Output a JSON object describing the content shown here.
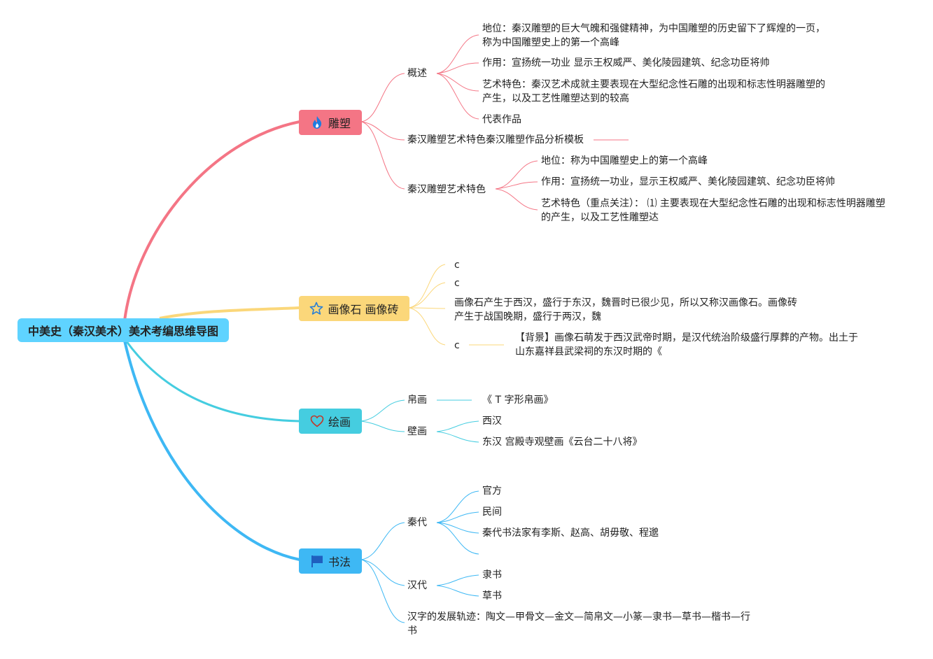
{
  "root": {
    "title": "中美史（秦汉美术）美术考编思维导图"
  },
  "branches": {
    "sculpture": {
      "label": "雕塑",
      "icon": "fire-icon",
      "color": "#f47585",
      "overview": {
        "label": "概述",
        "position": "地位：秦汉雕塑的巨大气魄和强健精神，为中国雕塑的历史留下了辉煌的一页，称为中国雕塑史上的第一个高峰",
        "function": "作用：宣扬统一功业 显示王权威严、美化陵园建筑、纪念功臣将帅",
        "art": "艺术特色：秦汉艺术成就主要表现在大型纪念性石雕的出现和标志性明器雕塑的产生，以及工艺性雕塑达到的较高",
        "works": "代表作品"
      },
      "template": "秦汉雕塑艺术特色秦汉雕塑作品分析模板",
      "features": {
        "label": "秦汉雕塑艺术特色",
        "position": "地位：称为中国雕塑史上的第一个高峰",
        "function": "作用：宣扬统一功业，显示王权威严、美化陵园建筑、纪念功臣将帅",
        "art": "艺术特色（重点关注）：  ⑴ 主要表现在大型纪念性石雕的出现和标志性明器雕塑的产生，以及工艺性雕塑达"
      }
    },
    "stone": {
      "label": "画像石 画像砖",
      "icon": "star-icon",
      "color": "#fbd77a",
      "c1": "c",
      "c2": "c",
      "desc": "画像石产生于西汉，盛行于东汉，魏晋时已很少见，所以又称汉画像石。画像砖产生于战国晚期，盛行于两汉，魏",
      "c3": "c",
      "background": "【背景】画像石萌发于西汉武帝时期，是汉代统治阶级盛行厚葬的产物。出土于山东嘉祥县武梁祠的东汉时期的《"
    },
    "painting": {
      "label": "绘画",
      "icon": "heart-icon",
      "color": "#45cde0",
      "silk": {
        "label": "帛画",
        "child": "《 T 字形帛画》"
      },
      "mural": {
        "label": "壁画",
        "west": "西汉",
        "east": "东汉 宫殿寺观壁画《云台二十八将》"
      }
    },
    "calligraphy": {
      "label": "书法",
      "icon": "flag-icon",
      "color": "#3eb8f4",
      "qin": {
        "label": "秦代",
        "official": "官方",
        "folk": "民间",
        "masters": "秦代书法家有李斯、赵高、胡毋敬、程邈",
        "blank": ""
      },
      "han": {
        "label": "汉代",
        "clerical": "隶书",
        "cursive": "草书"
      },
      "evolution": "汉字的发展轨迹：陶文—甲骨文—金文—简帛文—小篆—隶书—草书—楷书—行书"
    }
  }
}
